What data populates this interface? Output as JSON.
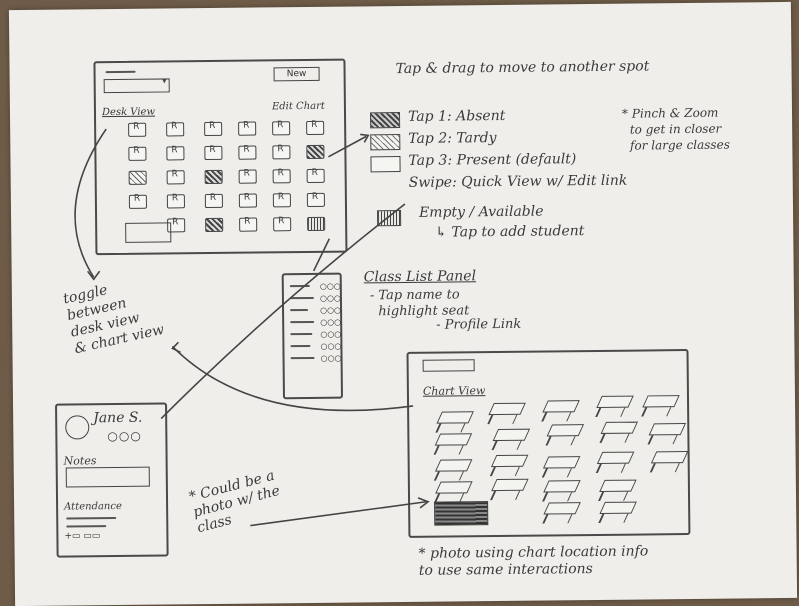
{
  "desk_view": {
    "new_button": "New",
    "title": "Desk View",
    "edit_link": "Edit Chart"
  },
  "legend": {
    "heading": "Tap & drag to move to another spot",
    "tap1": "Tap 1: Absent",
    "tap2": "Tap 2: Tardy",
    "tap3": "Tap 3: Present (default)",
    "swipe": "Swipe: Quick View w/ Edit link",
    "empty": "Empty / Available",
    "empty_sub": "↳ Tap to add student",
    "pinch": "* Pinch & Zoom\n  to get in closer\n  for large classes"
  },
  "class_list": {
    "title": "Class List Panel",
    "tap_name": "- Tap name to\n  highlight seat",
    "profile": "- Profile Link"
  },
  "toggle_note": "toggle\nbetween\ndesk view\n& chart view",
  "quick_view": {
    "name": "Jane S.",
    "notes_label": "Notes",
    "attendance_label": "Attendance"
  },
  "chart_view": {
    "title": "Chart View"
  },
  "photo_note": "* Could be a\nphoto w/ the\nclass",
  "chart_note": "* photo using chart location info\nto use same interactions",
  "colors": {
    "paper": "#efeeea",
    "ink": "#3a3a3a",
    "table": "#6f5c48"
  }
}
